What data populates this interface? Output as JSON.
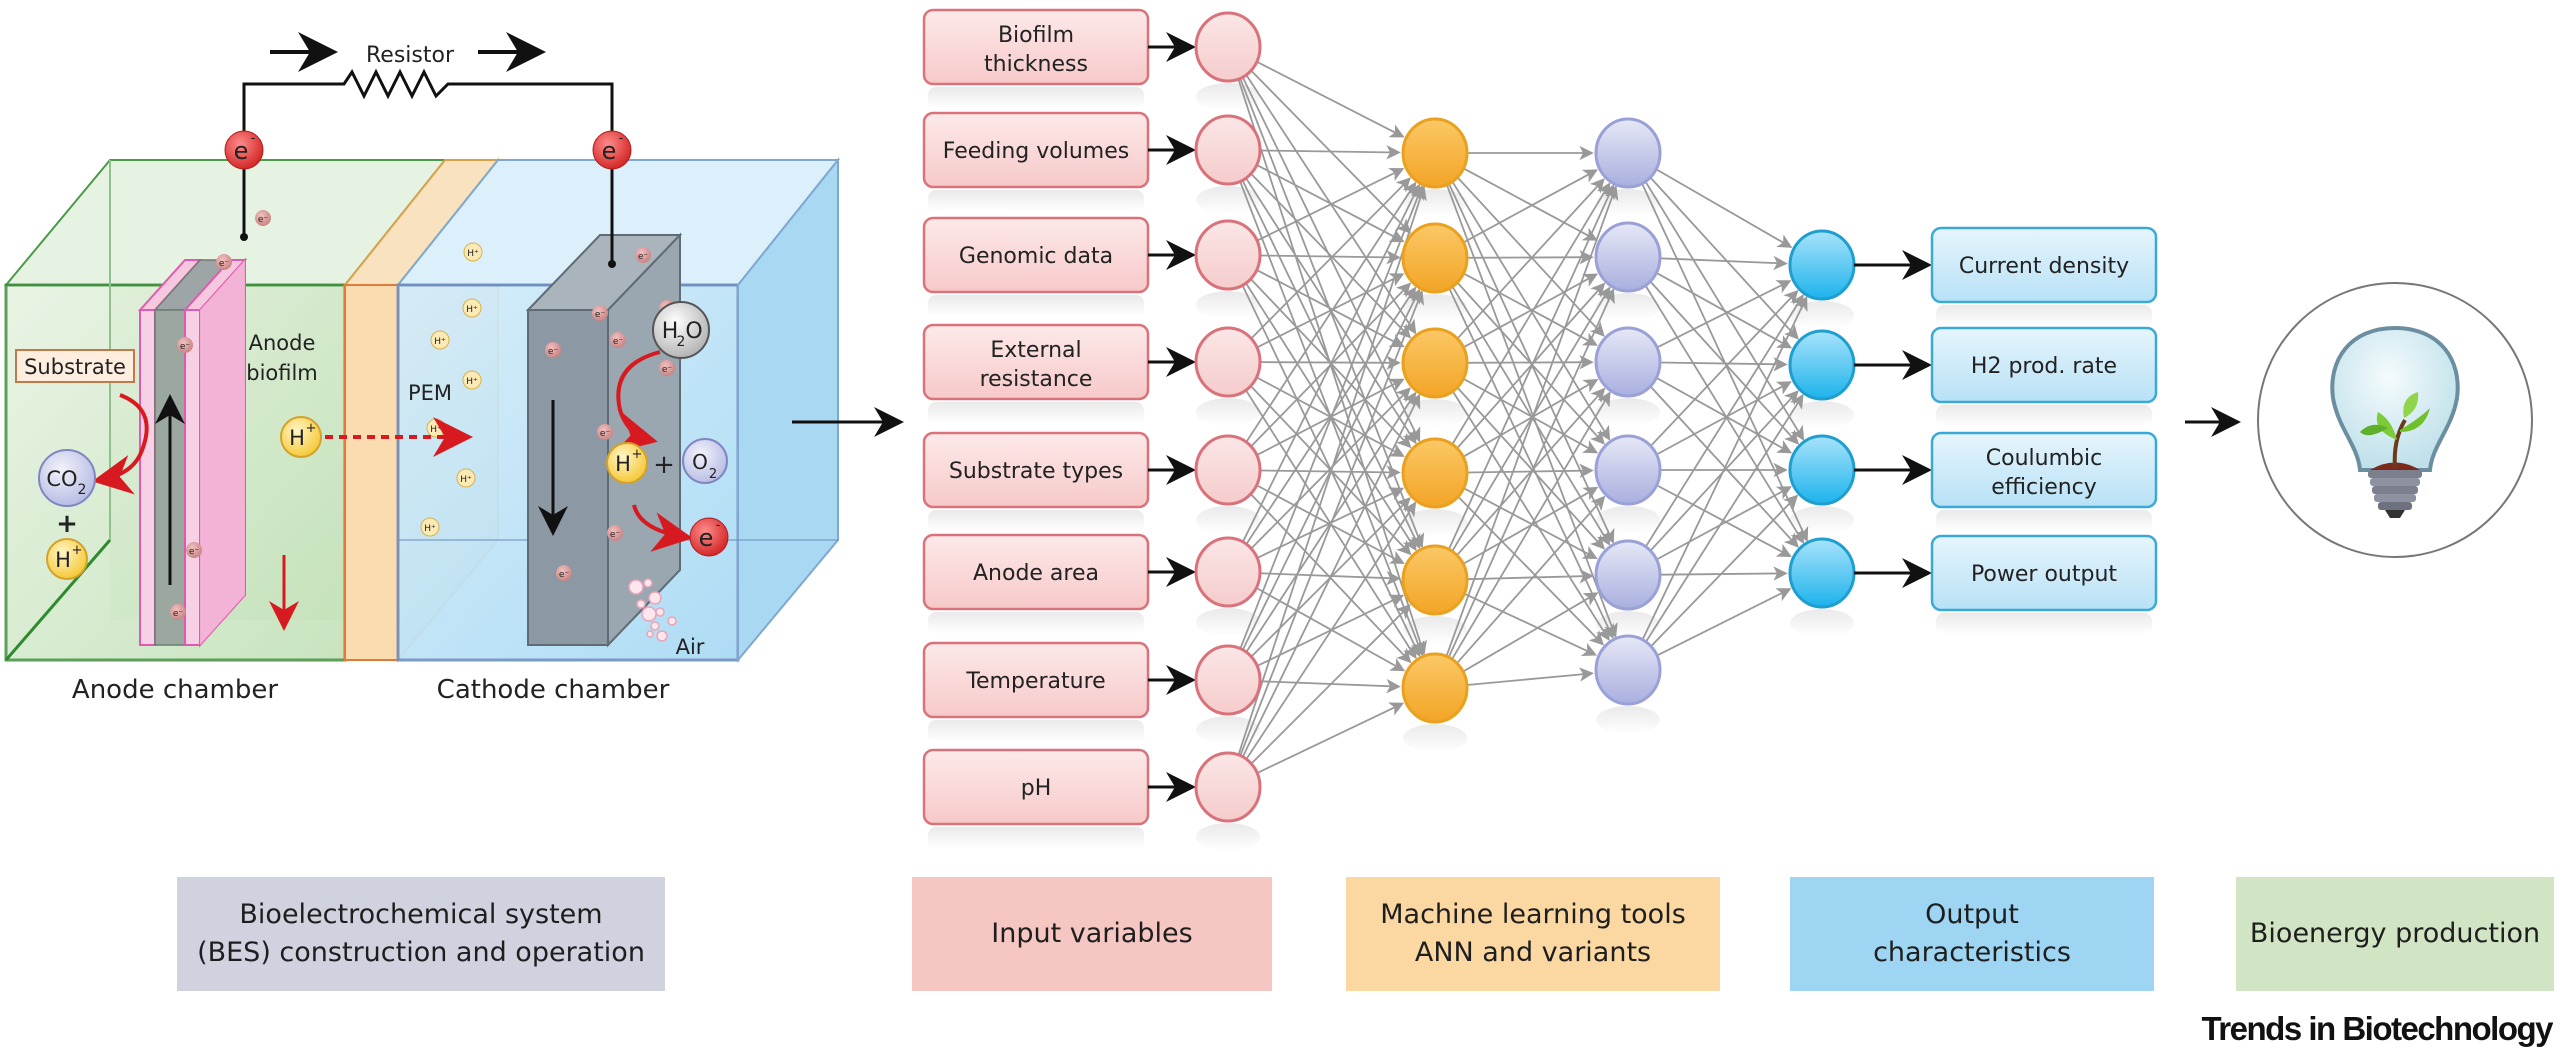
{
  "bes": {
    "resistor_label": "Resistor",
    "electron_symbol": "e",
    "electron_charge": "-",
    "substrate_label": "Substrate",
    "co2_label": "CO",
    "co2_sub": "2",
    "plus": "+",
    "proton_label": "H",
    "proton_charge": "+",
    "anode_biofilm_line1": "Anode",
    "anode_biofilm_line2": "biofilm",
    "pem_label": "PEM",
    "h2o_label": "H",
    "h2o_sub": "2",
    "h2o_o": "O",
    "o2_label": "O",
    "o2_sub": "2",
    "air_label": "Air",
    "anode_chamber_label": "Anode chamber",
    "cathode_chamber_label": "Cathode chamber",
    "colors": {
      "anode_chamber": "#c8e3c0",
      "pem": "#fbe0b8",
      "cathode_chamber": "#b5def5",
      "biofilm": "#f4b8d8",
      "electrode": "#8c969e",
      "electron": "#e03a3a",
      "proton": "#f8d55a",
      "reaction_arrow": "#d71920"
    }
  },
  "network": {
    "inputs": [
      {
        "line1": "Biofilm",
        "line2": "thickness"
      },
      {
        "line1": "Feeding volumes",
        "line2": ""
      },
      {
        "line1": "Genomic data",
        "line2": ""
      },
      {
        "line1": "External",
        "line2": "resistance"
      },
      {
        "line1": "Substrate types",
        "line2": ""
      },
      {
        "line1": "Anode area",
        "line2": ""
      },
      {
        "line1": "Temperature",
        "line2": ""
      },
      {
        "line1": "pH",
        "line2": ""
      }
    ],
    "hidden_layer_1_count": 6,
    "hidden_layer_2_count": 6,
    "outputs": [
      {
        "line1": "Current density",
        "line2": ""
      },
      {
        "line1": "H2 prod. rate",
        "line2": ""
      },
      {
        "line1": "Coulumbic",
        "line2": "efficiency"
      },
      {
        "line1": "Power output",
        "line2": ""
      }
    ],
    "colors": {
      "input_node": "#f8d4d4",
      "input_border": "#d9727a",
      "hidden1_node": "#f7b23b",
      "hidden1_border": "#e9a11f",
      "hidden2_node": "#c5c9ea",
      "hidden2_border": "#9aa1d6",
      "output_node": "#3fbdf0",
      "output_border": "#1e9fd0",
      "output_box": "#cdeaf8",
      "output_box_border": "#3aa9d6",
      "connection": "#999999"
    }
  },
  "result": {
    "icon": "lightbulb-with-plant-icon"
  },
  "bottom_labels": [
    {
      "line1": "Bioelectrochemical system",
      "line2": "(BES) construction and operation",
      "color": "#d0d2df"
    },
    {
      "line1": "Input variables",
      "line2": "",
      "color": "#f5c6c2"
    },
    {
      "line1": "Machine learning tools",
      "line2": "ANN and variants",
      "color": "#fbd8a2"
    },
    {
      "line1": "Output",
      "line2": "characteristics",
      "color": "#9dd5f2"
    },
    {
      "line1": "Bioenergy production",
      "line2": "",
      "color": "#d1e5c4"
    }
  ],
  "credit": "Trends in Biotechnology"
}
